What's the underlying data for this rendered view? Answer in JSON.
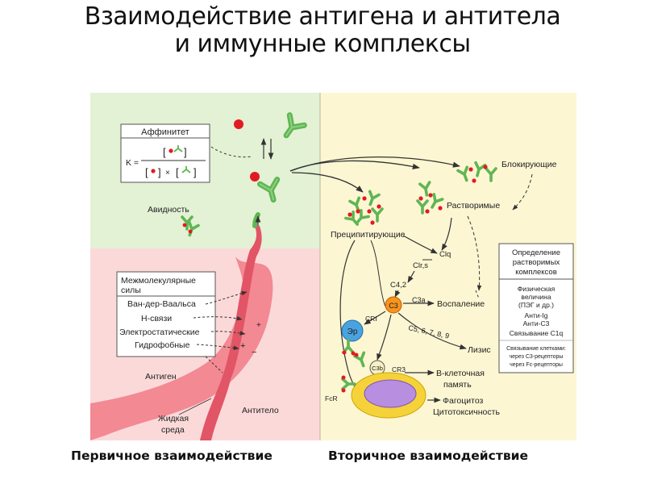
{
  "title": {
    "line1": "Взаимодействие антигена и антитела",
    "line2": "и иммунные комплексы"
  },
  "captions": {
    "primary": "Первичное взаимодействие",
    "secondary": "Вторичное взаимодействие"
  },
  "colors": {
    "upper_left_bg": "#e3f1d4",
    "lower_left_bg": "#fcd9d9",
    "right_bg": "#fdf6d3",
    "antigen_red": "#e21a22",
    "antibody_green": "#5fb653",
    "arrow": "#333333"
  },
  "affinity_box": {
    "title": "Аффинитет",
    "lhs": "K =",
    "times": "×"
  },
  "avidity_label": "Авидность",
  "forces_box": {
    "title_line1": "Межмолекулярные",
    "title_line2": "силы",
    "items": [
      "Ван-дер-Ваальса",
      "Н-связи",
      "Электростатические",
      "Гидрофобные"
    ]
  },
  "antigen_label": "Антиген",
  "antibody_label": "Антитело",
  "medium_label_line1": "Жидкая",
  "medium_label_line2": "среда",
  "complex_labels": {
    "blocking": "Блокирующие",
    "soluble": "Растворимые",
    "precipitating": "Преципитирующие"
  },
  "complement": {
    "c1q": "Clq",
    "c1rs": "Clr,s",
    "c42": "C4,2",
    "c3": "C3",
    "c3a": "C3a",
    "c5_9": "C5, 6, 7, 8, 9",
    "cr1": "CRI",
    "cr3": "CR3",
    "c3b": "C3b",
    "fcr": "FcR",
    "er": "Эр"
  },
  "outcomes": {
    "inflammation": "Воспаление",
    "lysis": "Лизис",
    "bcell_memory_line1": "В-клеточная",
    "bcell_memory_line2": "память",
    "phagocytosis": "Фагоцитоз",
    "cytotoxicity": "Цитотоксичность"
  },
  "detection_box": {
    "title_line1": "Определение",
    "title_line2": "растворимых",
    "title_line3": "комплексов",
    "items": [
      "Физическая",
      "величина",
      "(ПЭГ и др.)",
      "Анти-Ig",
      "Анти-C3",
      "Связывание C1q"
    ],
    "small_items": [
      "Связывание клетками:",
      "через C3-рецепторы",
      "через Fc-рецепторы"
    ]
  }
}
